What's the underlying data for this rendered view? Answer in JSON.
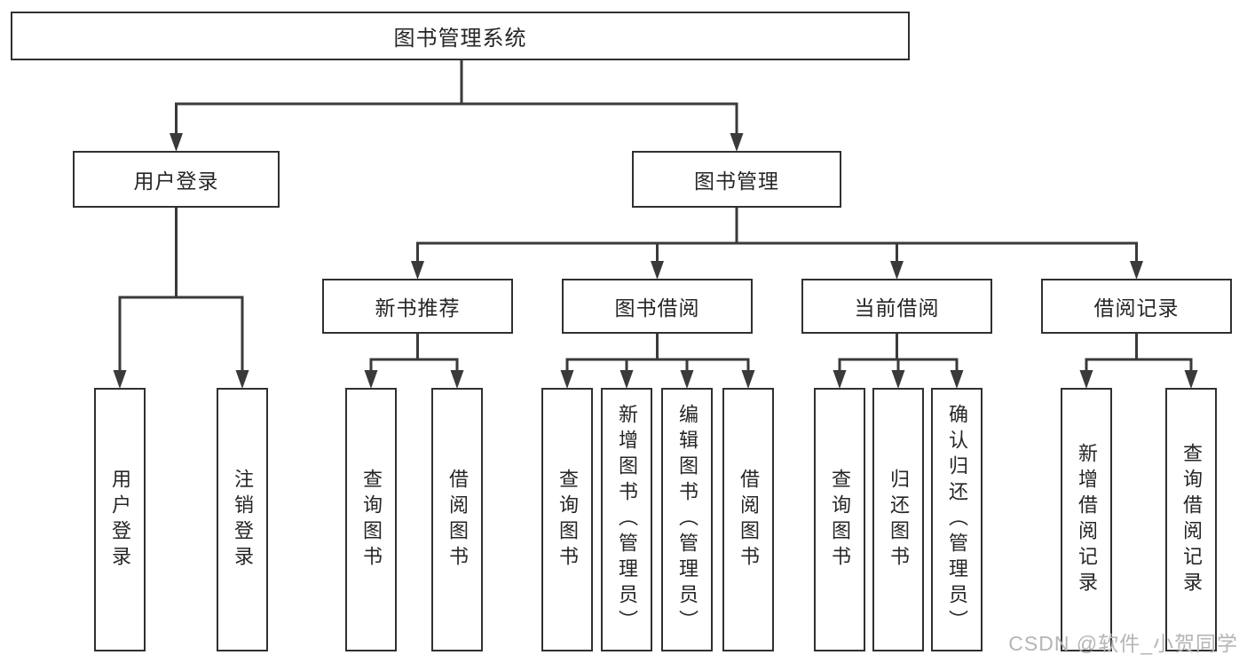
{
  "diagram_title": "图书管理系统",
  "tree": {
    "label": "图书管理系统",
    "children": [
      {
        "label": "用户登录",
        "children": [
          {
            "label": "用户登录"
          },
          {
            "label": "注销登录"
          }
        ]
      },
      {
        "label": "图书管理",
        "children": [
          {
            "label": "新书推荐",
            "children": [
              {
                "label": "查询图书"
              },
              {
                "label": "借阅图书"
              }
            ]
          },
          {
            "label": "图书借阅",
            "children": [
              {
                "label": "查询图书"
              },
              {
                "label": "新增图书（管理员）"
              },
              {
                "label": "编辑图书（管理员）"
              },
              {
                "label": "借阅图书"
              }
            ]
          },
          {
            "label": "当前借阅",
            "children": [
              {
                "label": "查询图书"
              },
              {
                "label": "归还图书"
              },
              {
                "label": "确认归还（管理员）"
              }
            ]
          },
          {
            "label": "借阅记录",
            "children": [
              {
                "label": "新增借阅记录"
              },
              {
                "label": "查询借阅记录"
              }
            ]
          }
        ]
      }
    ]
  },
  "watermark": "CSDN @软件_小贺同学",
  "colors": {
    "line": "#3a3a3a",
    "box_border": "#303030",
    "text": "#262626",
    "watermark": "#b5b5b5",
    "background": "#ffffff"
  }
}
